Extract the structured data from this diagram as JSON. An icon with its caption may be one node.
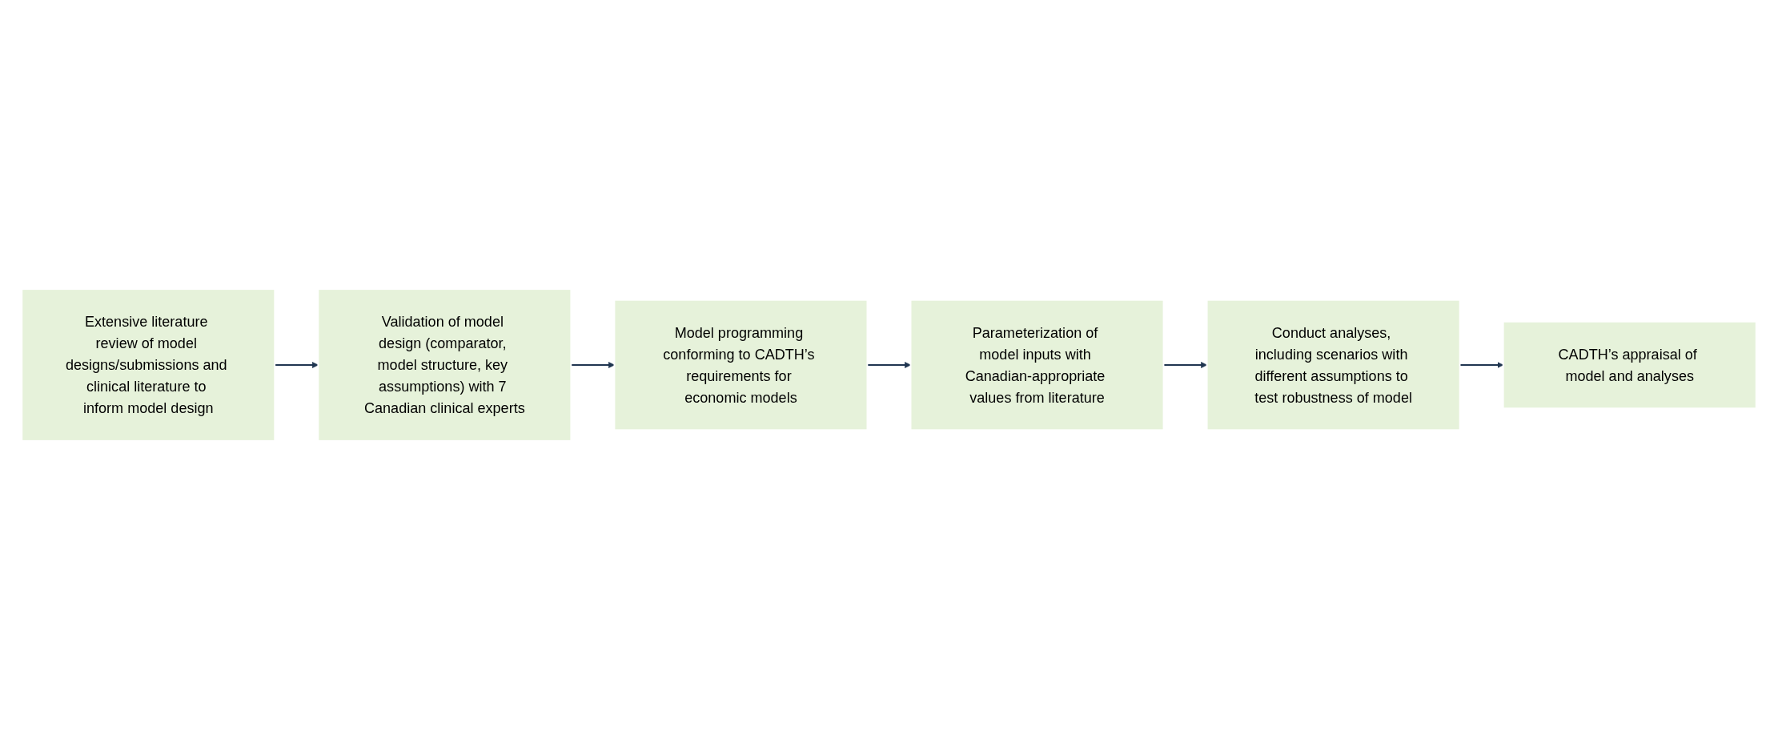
{
  "diagram": {
    "nodes": [
      {
        "text": [
          "Extensive literature review of model designs/submissions and clinical literature to inform model design"
        ]
      },
      {
        "text": [
          "Validation of model design (comparator, model structure, key assumptions) with 7 Canadian clinical experts"
        ]
      },
      {
        "text": [
          "Model programming conforming to CADTH’s requirements for economic models"
        ]
      },
      {
        "text": [
          "Parameterization of model inputs with Canadian-appropriate values from literature"
        ]
      },
      {
        "text": [
          "Conduct analyses, including scenarios with different assumptions to test robustness of model"
        ]
      },
      {
        "text": [
          "CADTH’s appraisal of model and analyses"
        ]
      }
    ],
    "edges": [
      {
        "from": 0,
        "to": 1,
        "arrow": "to"
      },
      {
        "from": 1,
        "to": 2,
        "arrow": "to"
      },
      {
        "from": 2,
        "to": 3,
        "arrow": "to"
      },
      {
        "from": 3,
        "to": 4,
        "arrow": "to"
      },
      {
        "from": 4,
        "to": 5,
        "arrow": "to"
      }
    ]
  }
}
